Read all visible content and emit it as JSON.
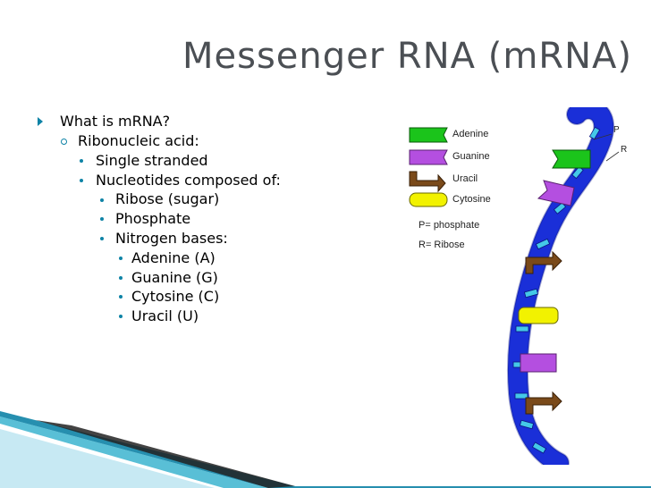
{
  "slide": {
    "title": "Messenger RNA (mRNA)",
    "bullets": {
      "q": "What is mRNA?",
      "def": "Ribonucleic acid:",
      "single": "Single stranded",
      "nucleotides": "Nucleotides composed of:",
      "ribose": "Ribose (sugar)",
      "phosphate": "Phosphate",
      "bases": "Nitrogen bases:",
      "adenine": "Adenine (A)",
      "guanine": "Guanine (G)",
      "cytosine": "Cytosine (C)",
      "uracil": "Uracil (U)"
    }
  },
  "figure": {
    "legend": {
      "adenine": "Adenine",
      "guanine": "Guanine",
      "uracil": "Uracil",
      "cytosine": "Cytosine",
      "p_def": "P= phosphate",
      "r_def": "R= Ribose"
    },
    "labels": {
      "p": "P",
      "r": "R"
    },
    "colors": {
      "adenine": "#1bc41b",
      "guanine": "#b44fe0",
      "uracil": "#7a4a1a",
      "cytosine": "#f2f200",
      "backbone": "#1a2fd8",
      "ribose_block": "#44c8e8",
      "accent": "#0e83a6"
    }
  }
}
